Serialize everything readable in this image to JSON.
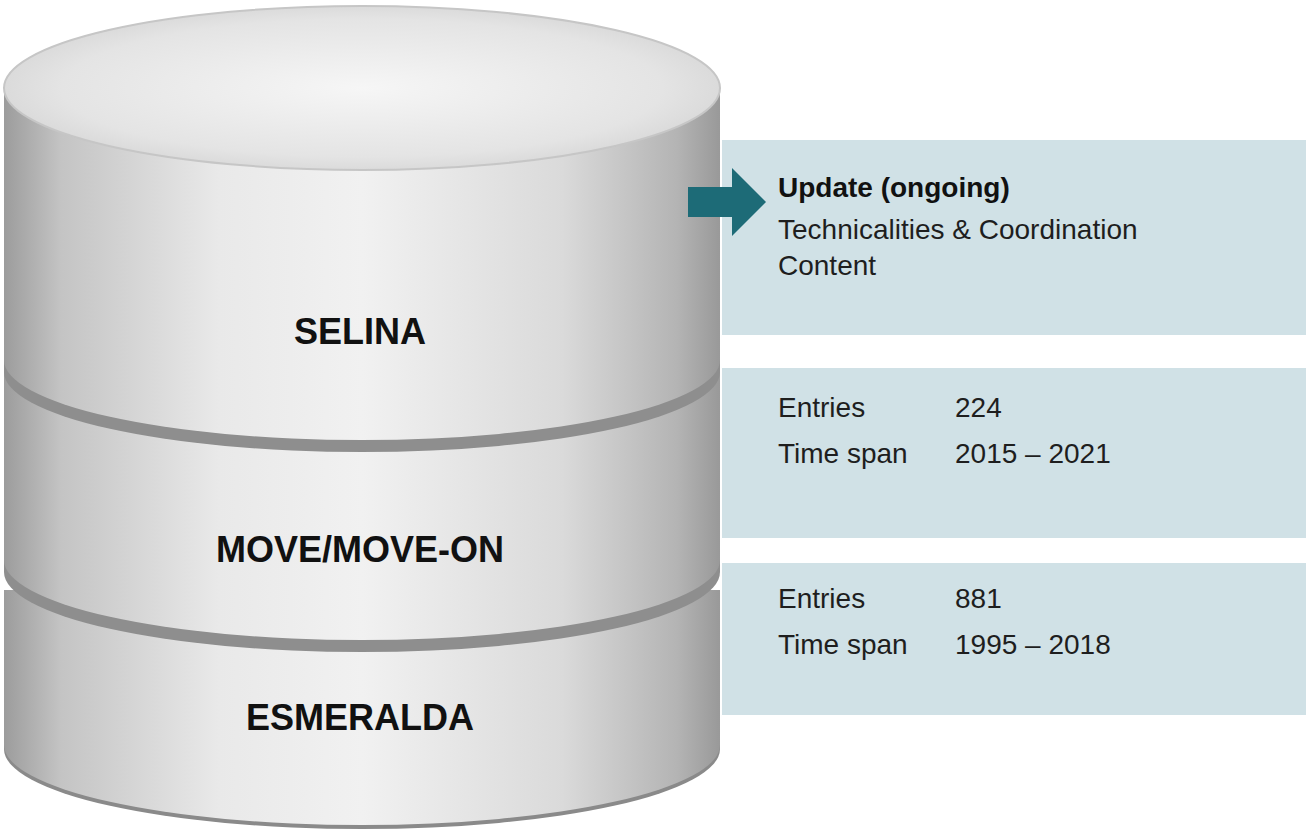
{
  "diagram": {
    "nodes": [
      {
        "text": [
          "SELINA"
        ]
      },
      {
        "text": [
          "Update (ongoing)",
          "Technicalities & Coordination",
          "Content"
        ]
      },
      {
        "text": [
          "MOVE/MOVE-ON"
        ]
      },
      {
        "text": [
          "Entries",
          "224",
          "Time span",
          "2015 – 2021"
        ]
      },
      {
        "text": [
          "ESMERALDA"
        ]
      },
      {
        "text": [
          "Entries",
          "881",
          "Time span",
          "1995 – 2018"
        ]
      }
    ]
  }
}
